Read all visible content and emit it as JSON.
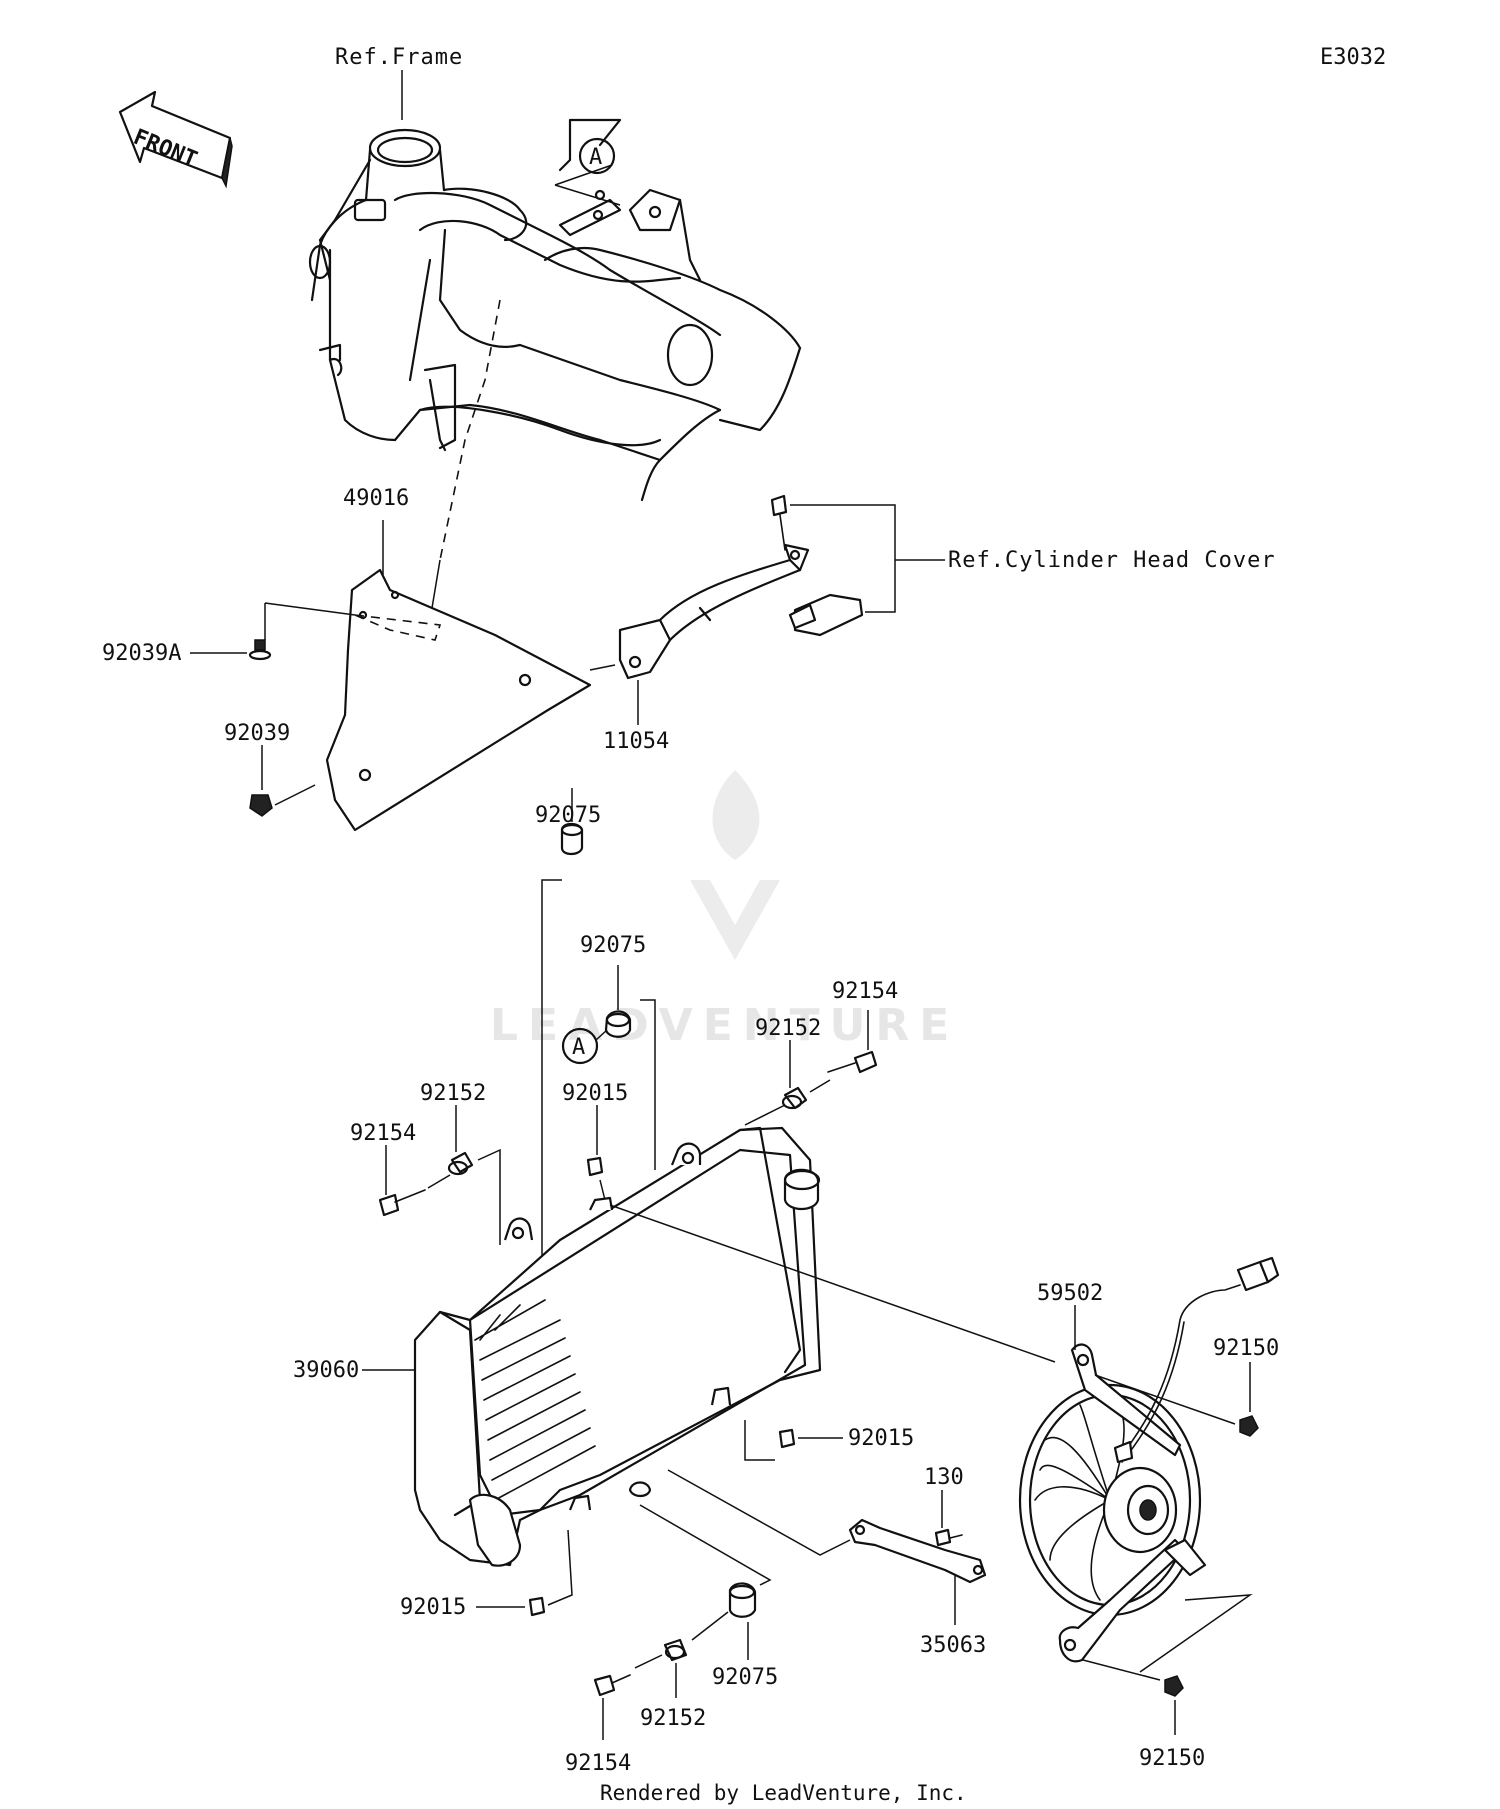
{
  "diagram_code": "E3032",
  "front_label": "FRONT",
  "callout_marker": "A",
  "ref_frame": "Ref.Frame",
  "ref_cylinder_head_cover": "Ref.Cylinder Head Cover",
  "parts": {
    "p49016": "49016",
    "p92039A": "92039A",
    "p92039": "92039",
    "p11054": "11054",
    "p92075_a": "92075",
    "p92075_b": "92075",
    "p92075_c": "92075",
    "p92154_a": "92154",
    "p92154_b": "92154",
    "p92154_c": "92154",
    "p92152_a": "92152",
    "p92152_b": "92152",
    "p92152_c": "92152",
    "p92015_a": "92015",
    "p92015_b": "92015",
    "p92015_c": "92015",
    "p39060": "39060",
    "p59502": "59502",
    "p92150_a": "92150",
    "p92150_b": "92150",
    "p130": "130",
    "p35063": "35063"
  },
  "watermark": "LEADVENTURE",
  "footer": "Rendered by LeadVenture, Inc."
}
